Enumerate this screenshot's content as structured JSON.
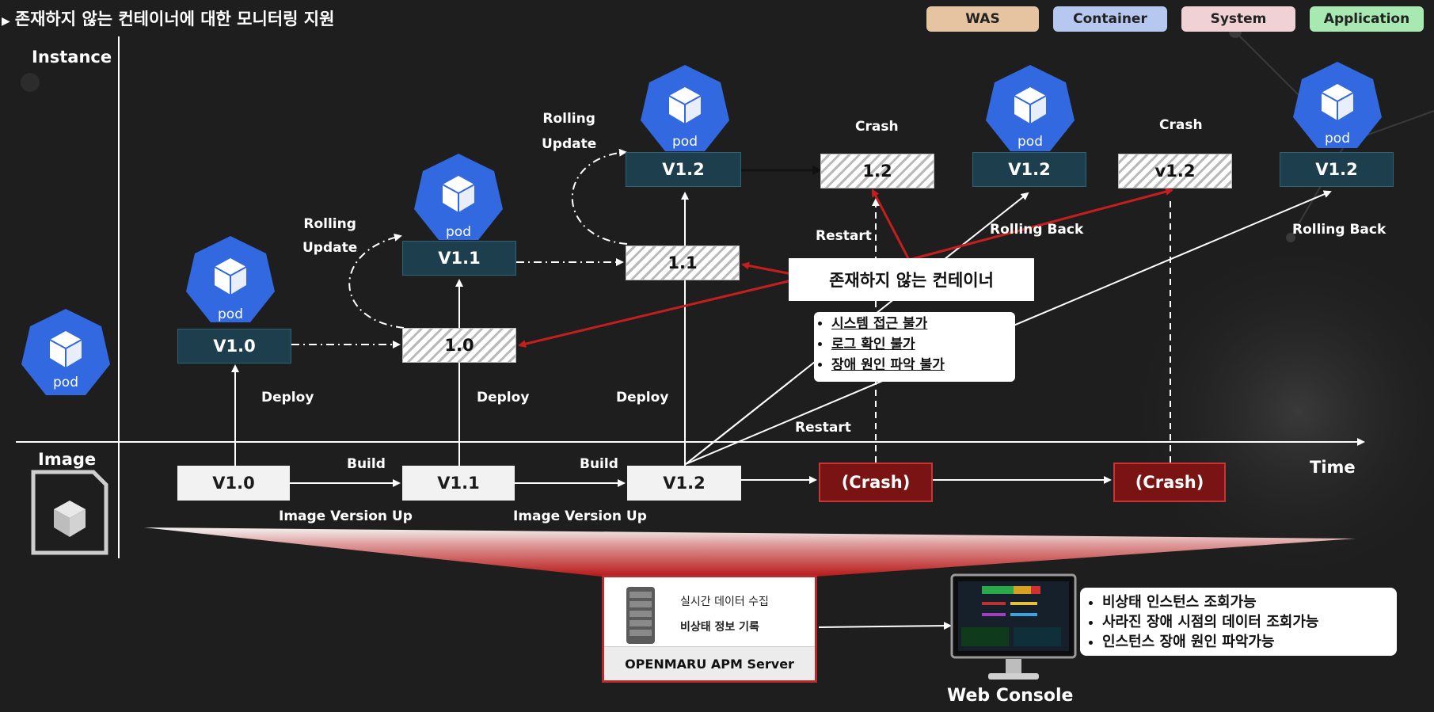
{
  "title": "존재하지 않는 컨테이너에 대한 모니터링 지원",
  "legend": [
    {
      "label": "WAS",
      "color": "#e6c3a1"
    },
    {
      "label": "Container",
      "color": "#b6c8f0"
    },
    {
      "label": "System",
      "color": "#f0d1d5"
    },
    {
      "label": "Application",
      "color": "#a8e8b1"
    }
  ],
  "axes": {
    "instance": "Instance",
    "image": "Image",
    "time": "Time"
  },
  "pod_label": "pod",
  "instances": {
    "v10": "V1.0",
    "v11": "V1.1",
    "v12a": "V1.2",
    "v12b": "V1.2",
    "v12c": "V1.2",
    "old10": "1.0",
    "old11": "1.1",
    "crash12": "1.2",
    "crashv12": "v1.2"
  },
  "images": {
    "v10": "V1.0",
    "v11": "V1.1",
    "v12": "V1.2",
    "crash1": "(Crash)",
    "crash2": "(Crash)"
  },
  "labels": {
    "rolling_update_1": "Rolling\nUpdate",
    "rolling_update_2": "Rolling\nUpdate",
    "deploy_1": "Deploy",
    "deploy_2": "Deploy",
    "deploy_3": "Deploy",
    "build_1": "Build",
    "build_2": "Build",
    "image_version_up_1": "Image Version Up",
    "image_version_up_2": "Image Version Up",
    "crash_1": "Crash",
    "crash_2": "Crash",
    "restart_1": "Restart",
    "restart_2": "Restart",
    "rolling_back_1": "Rolling Back",
    "rolling_back_2": "Rolling Back"
  },
  "nonexistent_container": "존재하지 않는 컨테이너",
  "problems": [
    "시스템 접근 불가",
    "로그 확인 불가",
    "장애 원인 파악 불가"
  ],
  "apm": {
    "line1": "실시간 데이터 수집",
    "line2": "비상태 정보 기록",
    "name": "OPENMARU APM Server"
  },
  "results": [
    "비상태 인스턴스 조회가능",
    "사라진 장애 시점의 데이터 조회가능",
    "인스턴스 장애 원인 파악가능"
  ],
  "web_console": "Web Console"
}
